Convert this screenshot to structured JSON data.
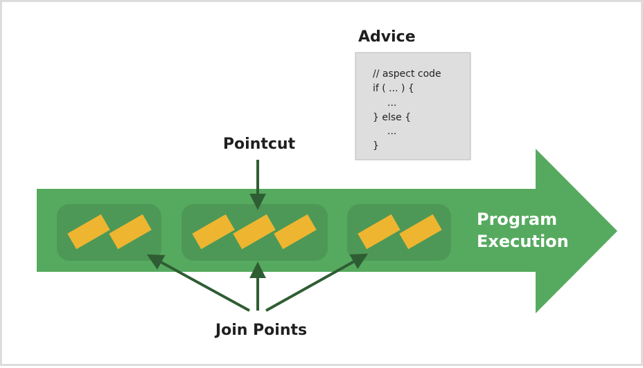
{
  "advice": {
    "title": "Advice",
    "code_lines": [
      "// aspect code",
      "if ( ... )  {",
      "...",
      "} else {",
      "...",
      "}"
    ]
  },
  "labels": {
    "pointcut": "Pointcut",
    "program_line1": "Program",
    "program_line2": "Execution",
    "join_points": "Join Points"
  },
  "colors": {
    "arrow": "#56aa5f",
    "group": "#4d9856",
    "joinpoint": "#eeb531",
    "pointer": "#2f5d33",
    "advice_bg": "#dedede",
    "advice_border": "#b9b9b9",
    "text": "#1f1f1f"
  }
}
